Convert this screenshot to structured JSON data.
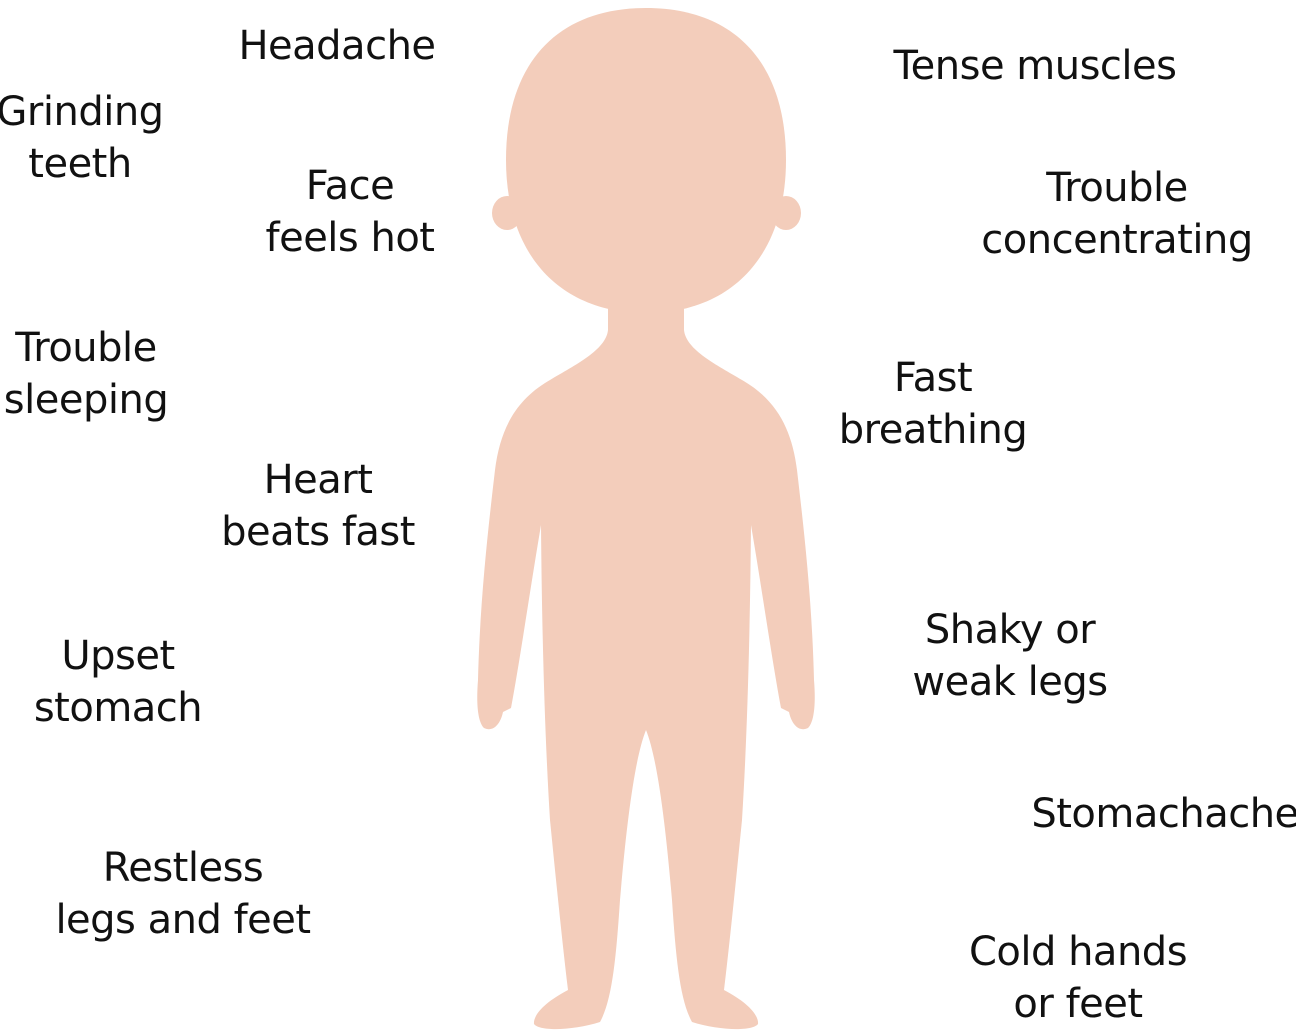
{
  "colors": {
    "skin": "#f3cdbb",
    "text": "#111111",
    "background": "#ffffff"
  },
  "labels": {
    "headache": [
      "Headache"
    ],
    "grinding_teeth": [
      "Grinding",
      "teeth"
    ],
    "face_feels_hot": [
      "Face",
      "feels hot"
    ],
    "trouble_sleeping": [
      "Trouble",
      "sleeping"
    ],
    "heart_beats_fast": [
      "Heart",
      "beats fast"
    ],
    "upset_stomach": [
      "Upset",
      "stomach"
    ],
    "restless_legs": [
      "Restless",
      "legs and feet"
    ],
    "tense_muscles": [
      "Tense muscles"
    ],
    "trouble_concentrating": [
      "Trouble",
      "concentrating"
    ],
    "fast_breathing": [
      "Fast",
      "breathing"
    ],
    "shaky_legs": [
      "Shaky or",
      "weak legs"
    ],
    "stomachache": [
      "Stomachache"
    ],
    "cold_hands": [
      "Cold hands",
      "or feet"
    ]
  }
}
